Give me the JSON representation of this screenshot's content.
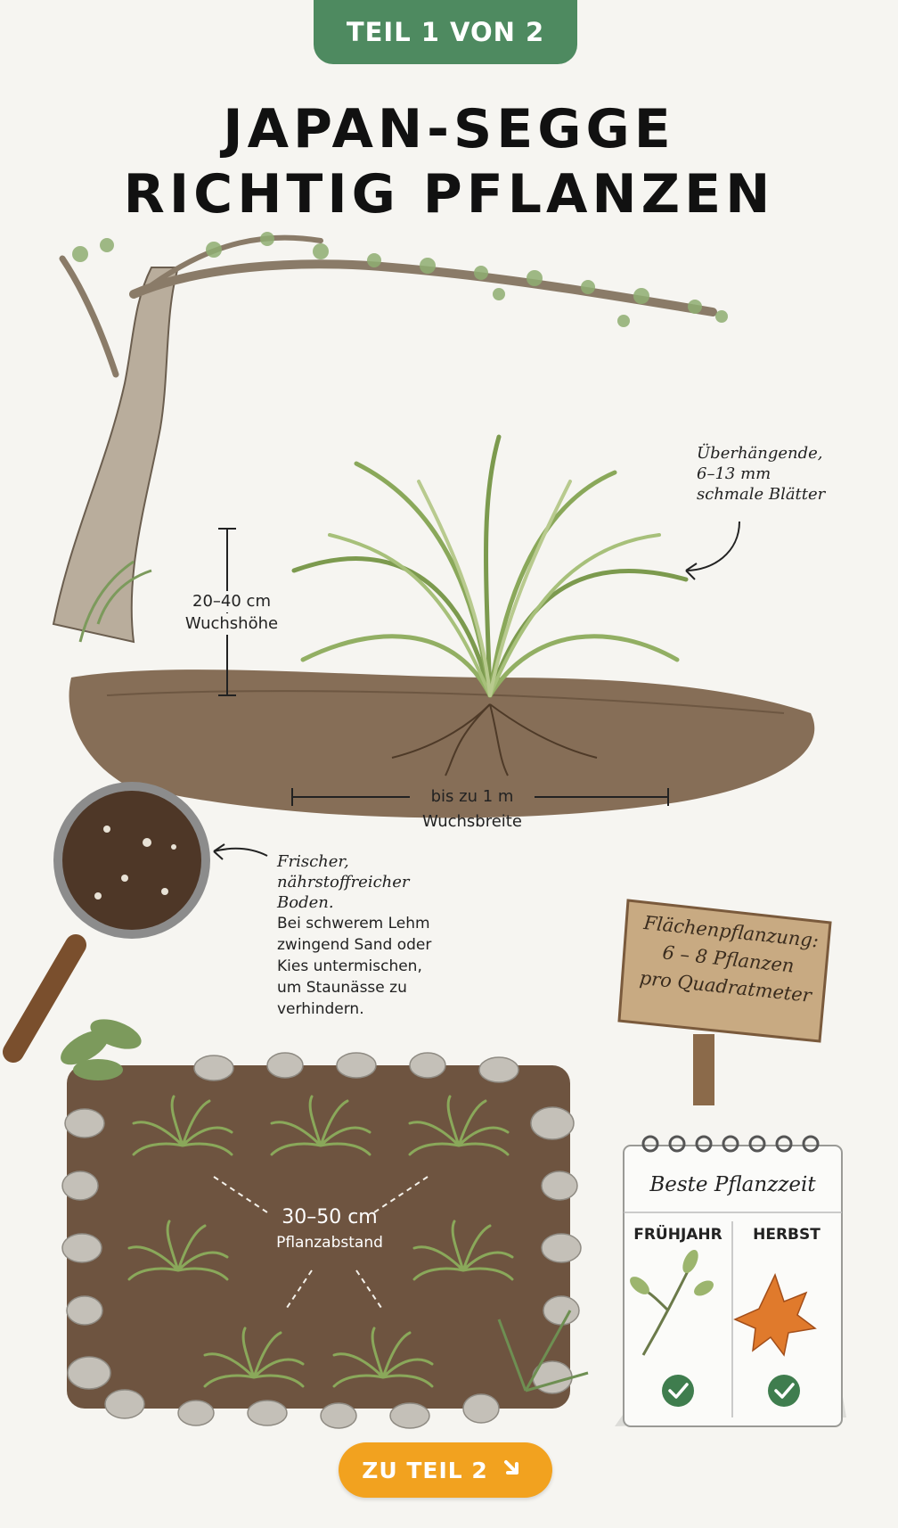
{
  "header": {
    "part_badge": "TEIL 1 VON 2",
    "title_line1": "JAPAN-SEGGE",
    "title_line2": "RICHTIG PFLANZEN"
  },
  "plant": {
    "height_value": "20–40 cm",
    "height_label": "Wuchshöhe",
    "width_value": "bis zu 1 m",
    "width_label": "Wuchsbreite",
    "leaf_note": [
      "Überhängende,",
      "6–13 mm",
      "schmale Blätter"
    ]
  },
  "soil": {
    "note_handwritten": [
      "Frischer,",
      "nährstoffreicher",
      "Boden."
    ],
    "note_text": [
      "Bei schwerem Lehm",
      "zwingend Sand oder",
      "Kies untermischen,",
      "um Staunässe zu",
      "verhindern."
    ]
  },
  "sign": {
    "lines": [
      "Flächenpflanzung:",
      "6 – 8 Pflanzen",
      "pro Quadratmeter"
    ]
  },
  "bed": {
    "spacing_value": "30–50 cm",
    "spacing_label": "Pflanzabstand"
  },
  "calendar": {
    "title": "Beste Pflanzzeit",
    "col1": "FRÜHJAHR",
    "col2": "HERBST"
  },
  "cta": {
    "label": "ZU TEIL 2"
  },
  "icons": {
    "check": "check-icon",
    "arrow": "arrow-down-right-icon"
  },
  "colors": {
    "badge_green": "#4e8a60",
    "cta_orange": "#f2a21f",
    "check_green": "#3f7d4e"
  }
}
